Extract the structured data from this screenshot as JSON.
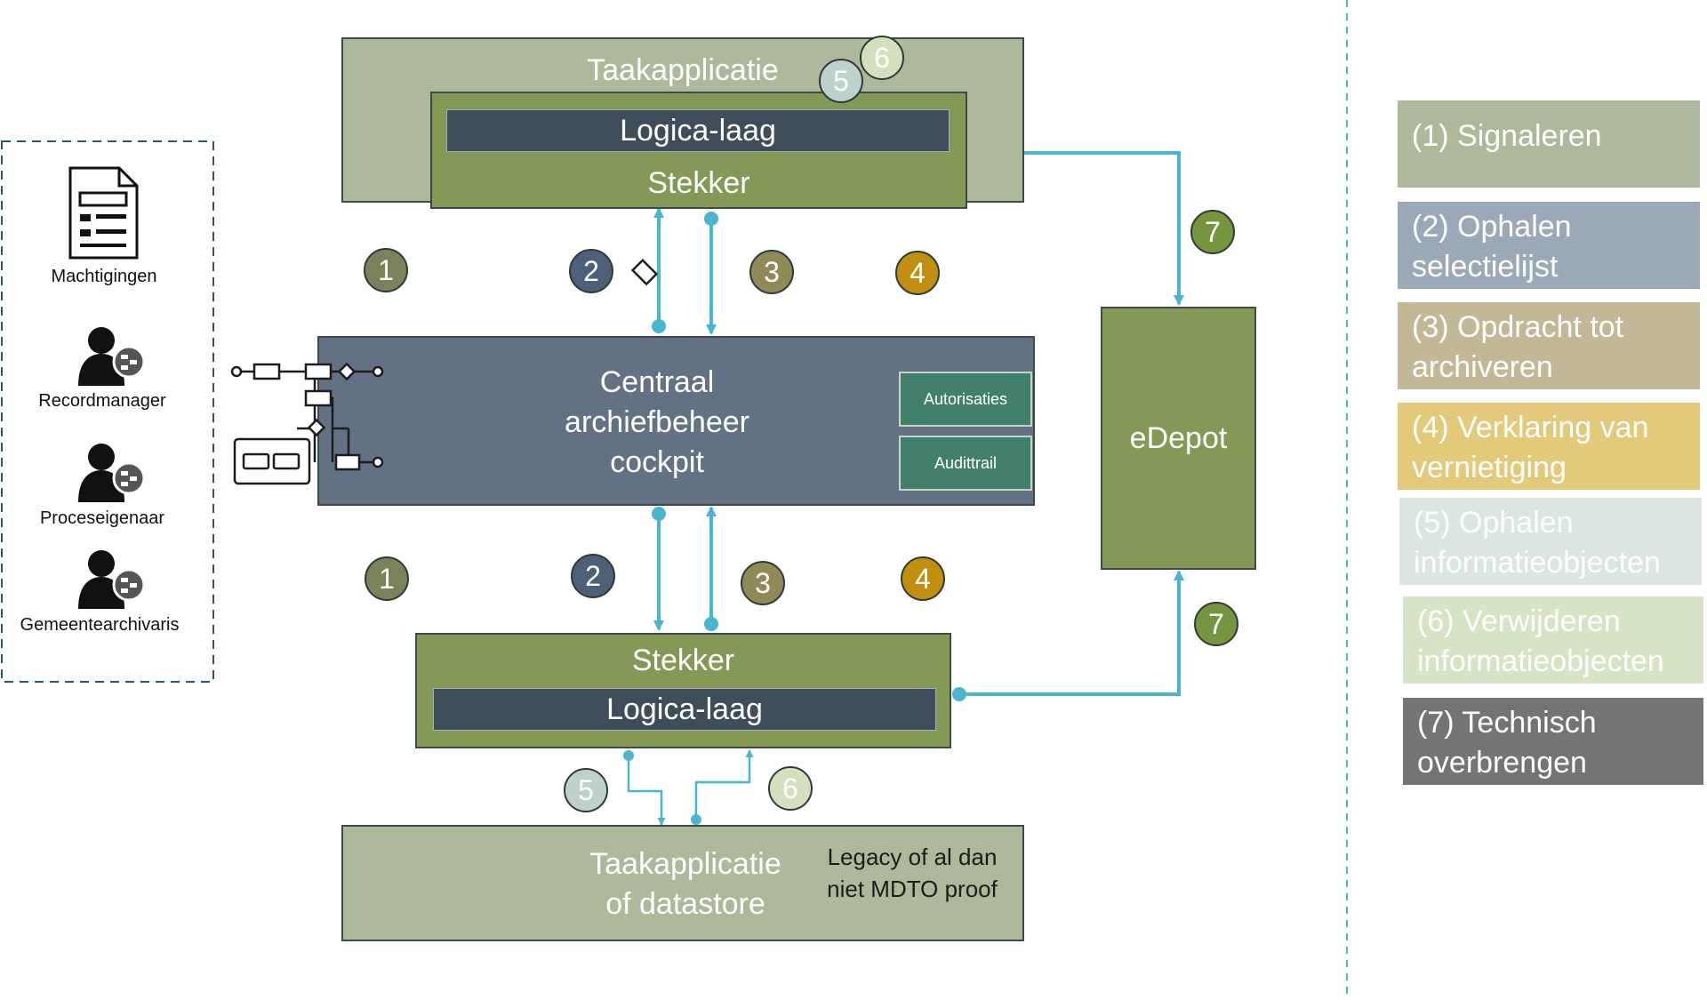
{
  "top_app": {
    "title": "Taakapplicatie",
    "logic_layer": "Logica-laag",
    "plug": "Stekker"
  },
  "hub": {
    "title": "Centraal archiefbeheer cockpit",
    "authorizations": "Autorisaties",
    "audit_trail": "Audittrail"
  },
  "bottom_plug": {
    "plug": "Stekker",
    "logic_layer": "Logica-laag"
  },
  "bottom_app": {
    "title": "Taakapplicatie of datastore",
    "note": "Legacy of al dan niet MDTO proof"
  },
  "edepot": {
    "title": "eDepot"
  },
  "roles": {
    "permissions": "Machtigingen",
    "record_manager": "Recordmanager",
    "process_owner": "Proceseigenaar",
    "city_archivist": "Gemeentearchivaris"
  },
  "badges": {
    "b1": "1",
    "b2": "2",
    "b3": "3",
    "b4": "4",
    "b5": "5",
    "b6": "6",
    "b7": "7"
  },
  "legend": [
    {
      "num": "(1)",
      "text": "Signaleren",
      "color": "#adb99a"
    },
    {
      "num": "(2)",
      "text": "Ophalen selectielijst",
      "color": "#9aa8b7"
    },
    {
      "num": "(3)",
      "text": "Opdracht tot archiveren",
      "color": "#c3b895"
    },
    {
      "num": "(4)",
      "text": "Verklaring van vernietiging",
      "color": "#e3c97a"
    },
    {
      "num": "(5)",
      "text": "Ophalen informatieobjecten",
      "color": "#dbe6e3"
    },
    {
      "num": "(6)",
      "text": "Verwijderen informatieobjecten",
      "color": "#d7e3c5"
    },
    {
      "num": "(7)",
      "text": "Technisch overbrengen",
      "color": "#747474"
    }
  ],
  "colors": {
    "badge1": "#7a8259",
    "badge2": "#4e5f78",
    "badge3": "#8f8a58",
    "badge4": "#c28e0e",
    "badge5": "#bfd1cc",
    "badge6": "#d4dfbe",
    "badge7": "#76953f",
    "arrow": "#4ab5cf"
  }
}
